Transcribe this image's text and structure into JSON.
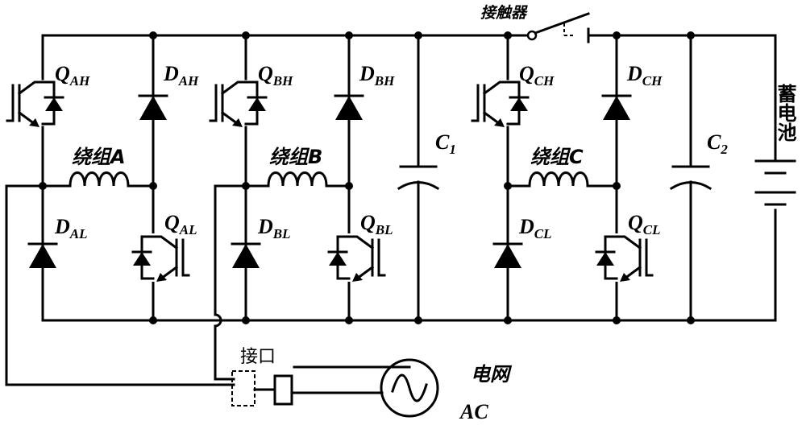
{
  "transistors": {
    "q_ah": {
      "main": "Q",
      "sub": "AH"
    },
    "q_bh": {
      "main": "Q",
      "sub": "BH"
    },
    "q_ch": {
      "main": "Q",
      "sub": "CH"
    },
    "q_al": {
      "main": "Q",
      "sub": "AL"
    },
    "q_bl": {
      "main": "Q",
      "sub": "BL"
    },
    "q_cl": {
      "main": "Q",
      "sub": "CL"
    }
  },
  "diodes": {
    "d_ah": {
      "main": "D",
      "sub": "AH"
    },
    "d_bh": {
      "main": "D",
      "sub": "BH"
    },
    "d_ch": {
      "main": "D",
      "sub": "CH"
    },
    "d_al": {
      "main": "D",
      "sub": "AL"
    },
    "d_bl": {
      "main": "D",
      "sub": "BL"
    },
    "d_cl": {
      "main": "D",
      "sub": "CL"
    }
  },
  "windings": {
    "a": "绕组A",
    "b": "绕组B",
    "c": "绕组C"
  },
  "capacitors": {
    "c1": {
      "main": "C",
      "sub": "1"
    },
    "c2": {
      "main": "C",
      "sub": "2"
    }
  },
  "battery": {
    "label": "蓄电池"
  },
  "contactor": {
    "label": "接触器"
  },
  "interface": {
    "label": "接口"
  },
  "grid": {
    "label": "电网",
    "ac": "AC"
  }
}
